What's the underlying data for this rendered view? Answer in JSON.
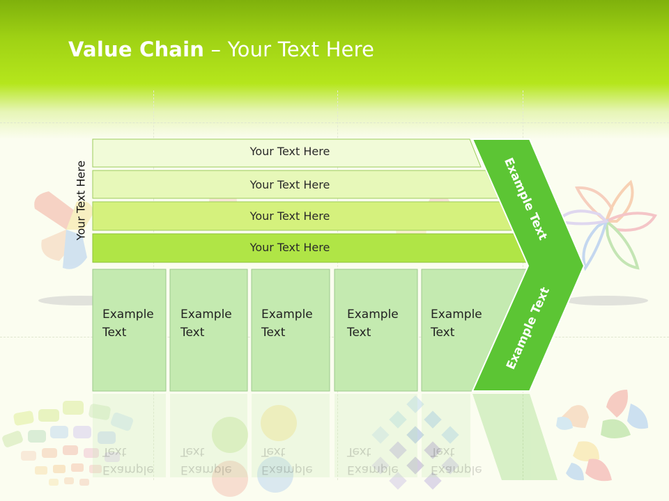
{
  "title": {
    "bold": "Value Chain",
    "rest": " – Your Text Here"
  },
  "side_label": "Your Text Here",
  "bars": [
    {
      "label": "Your Text Here"
    },
    {
      "label": "Your Text Here"
    },
    {
      "label": "Your Text Here"
    },
    {
      "label": "Your Text Here"
    }
  ],
  "boxes": [
    {
      "line1": "Example",
      "line2": "Text"
    },
    {
      "line1": "Example",
      "line2": "Text"
    },
    {
      "line1": "Example",
      "line2": "Text"
    },
    {
      "line1": "Example",
      "line2": "Text"
    },
    {
      "line1": "Example",
      "line2": "Text"
    }
  ],
  "chevron": {
    "upper": "Example Text",
    "lower": "Example Text"
  },
  "colors": {
    "header": "#9fd214",
    "bar1": "#f1fbd8",
    "bar2": "#e7f8b9",
    "bar3": "#d5f17d",
    "bar4": "#b0e546",
    "box": "#c4eab0",
    "chevron": "#5cc534"
  }
}
